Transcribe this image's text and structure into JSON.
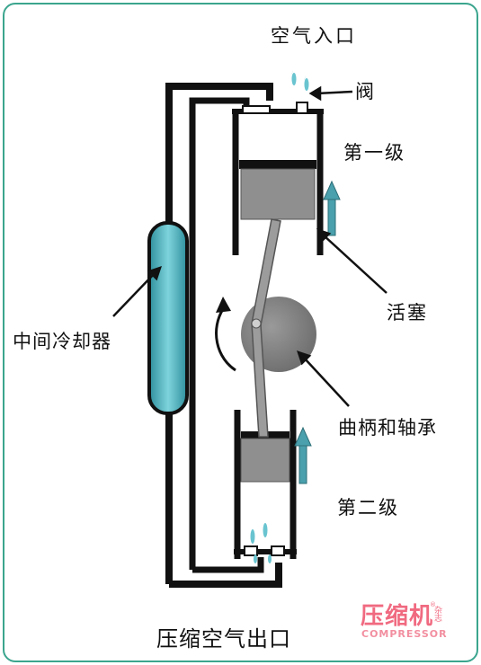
{
  "labels": {
    "air_inlet": "空气入口",
    "valve": "阀",
    "first_stage": "第一级",
    "piston": "活塞",
    "intercooler": "中间冷却器",
    "crank_and_bearing": "曲柄和轴承",
    "second_stage": "第二级",
    "air_outlet": "压缩空气出口"
  },
  "watermark": {
    "name": "压缩机",
    "side": "杂志",
    "sub": "COMPRESSOR",
    "mark": "®"
  },
  "colors": {
    "frame": "#3ba58e",
    "pipe": "#111111",
    "piston": "#8f8f8f",
    "cylinder_wall": "#111111",
    "cooler": "#5cb8c4",
    "flow_arrow": "#4aa0ad",
    "crank_disc": "#7b7b7b",
    "air_wisp": "#69c4d0",
    "logo": "#f06a80"
  }
}
